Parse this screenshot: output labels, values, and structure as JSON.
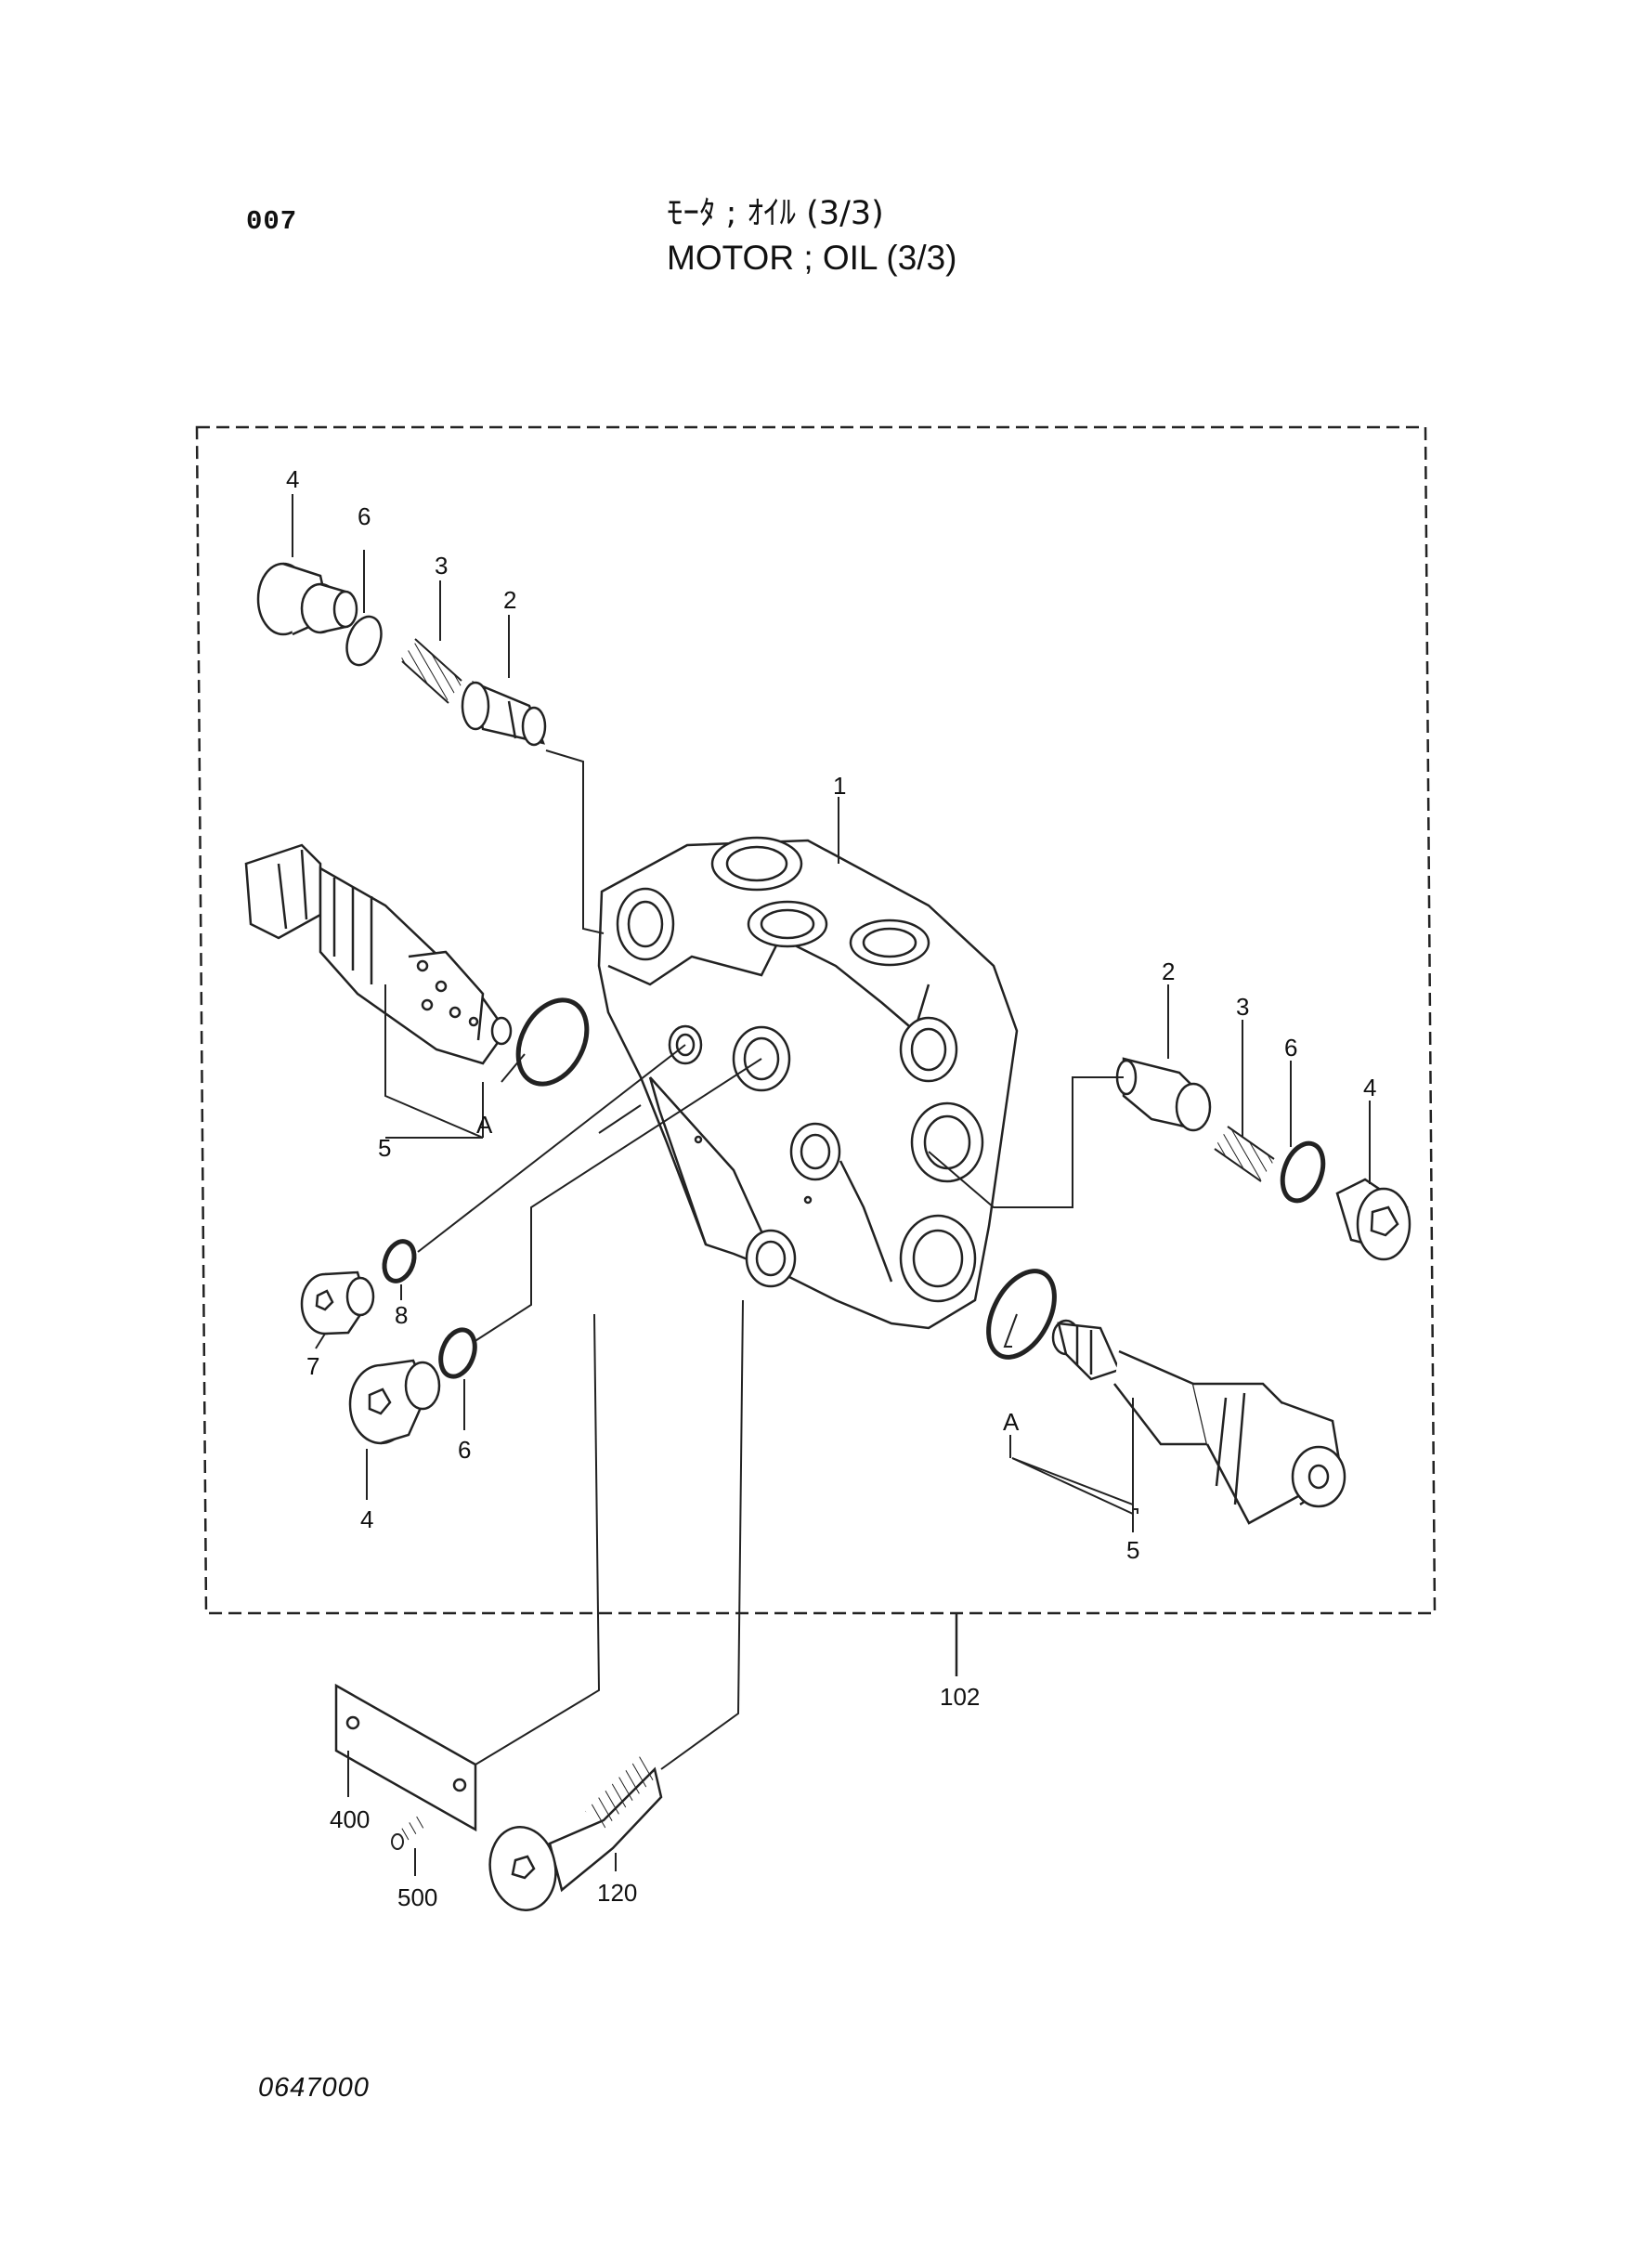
{
  "header": {
    "page_number": "007",
    "title_jp": "ﾓｰﾀ ; ｵｲﾙ (3/3)",
    "title_en": "MOTOR ; OIL (3/3)"
  },
  "callouts": {
    "body": "1",
    "spool_top": "2",
    "spring_top": "3",
    "plug_top": "4",
    "oring_top": "6",
    "relief_left": "5",
    "relief_left_ref": "A",
    "spool_right": "2",
    "spring_right": "3",
    "oring_right": "6",
    "plug_right": "4",
    "small_plug": "7",
    "small_oring": "8",
    "oring_lower": "6",
    "plug_lower": "4",
    "relief_right_ref": "A",
    "relief_right": "5",
    "assembly": "102",
    "name_plate": "400",
    "screw": "500",
    "bolt": "120"
  },
  "footer": {
    "doc_code": "0647000"
  }
}
